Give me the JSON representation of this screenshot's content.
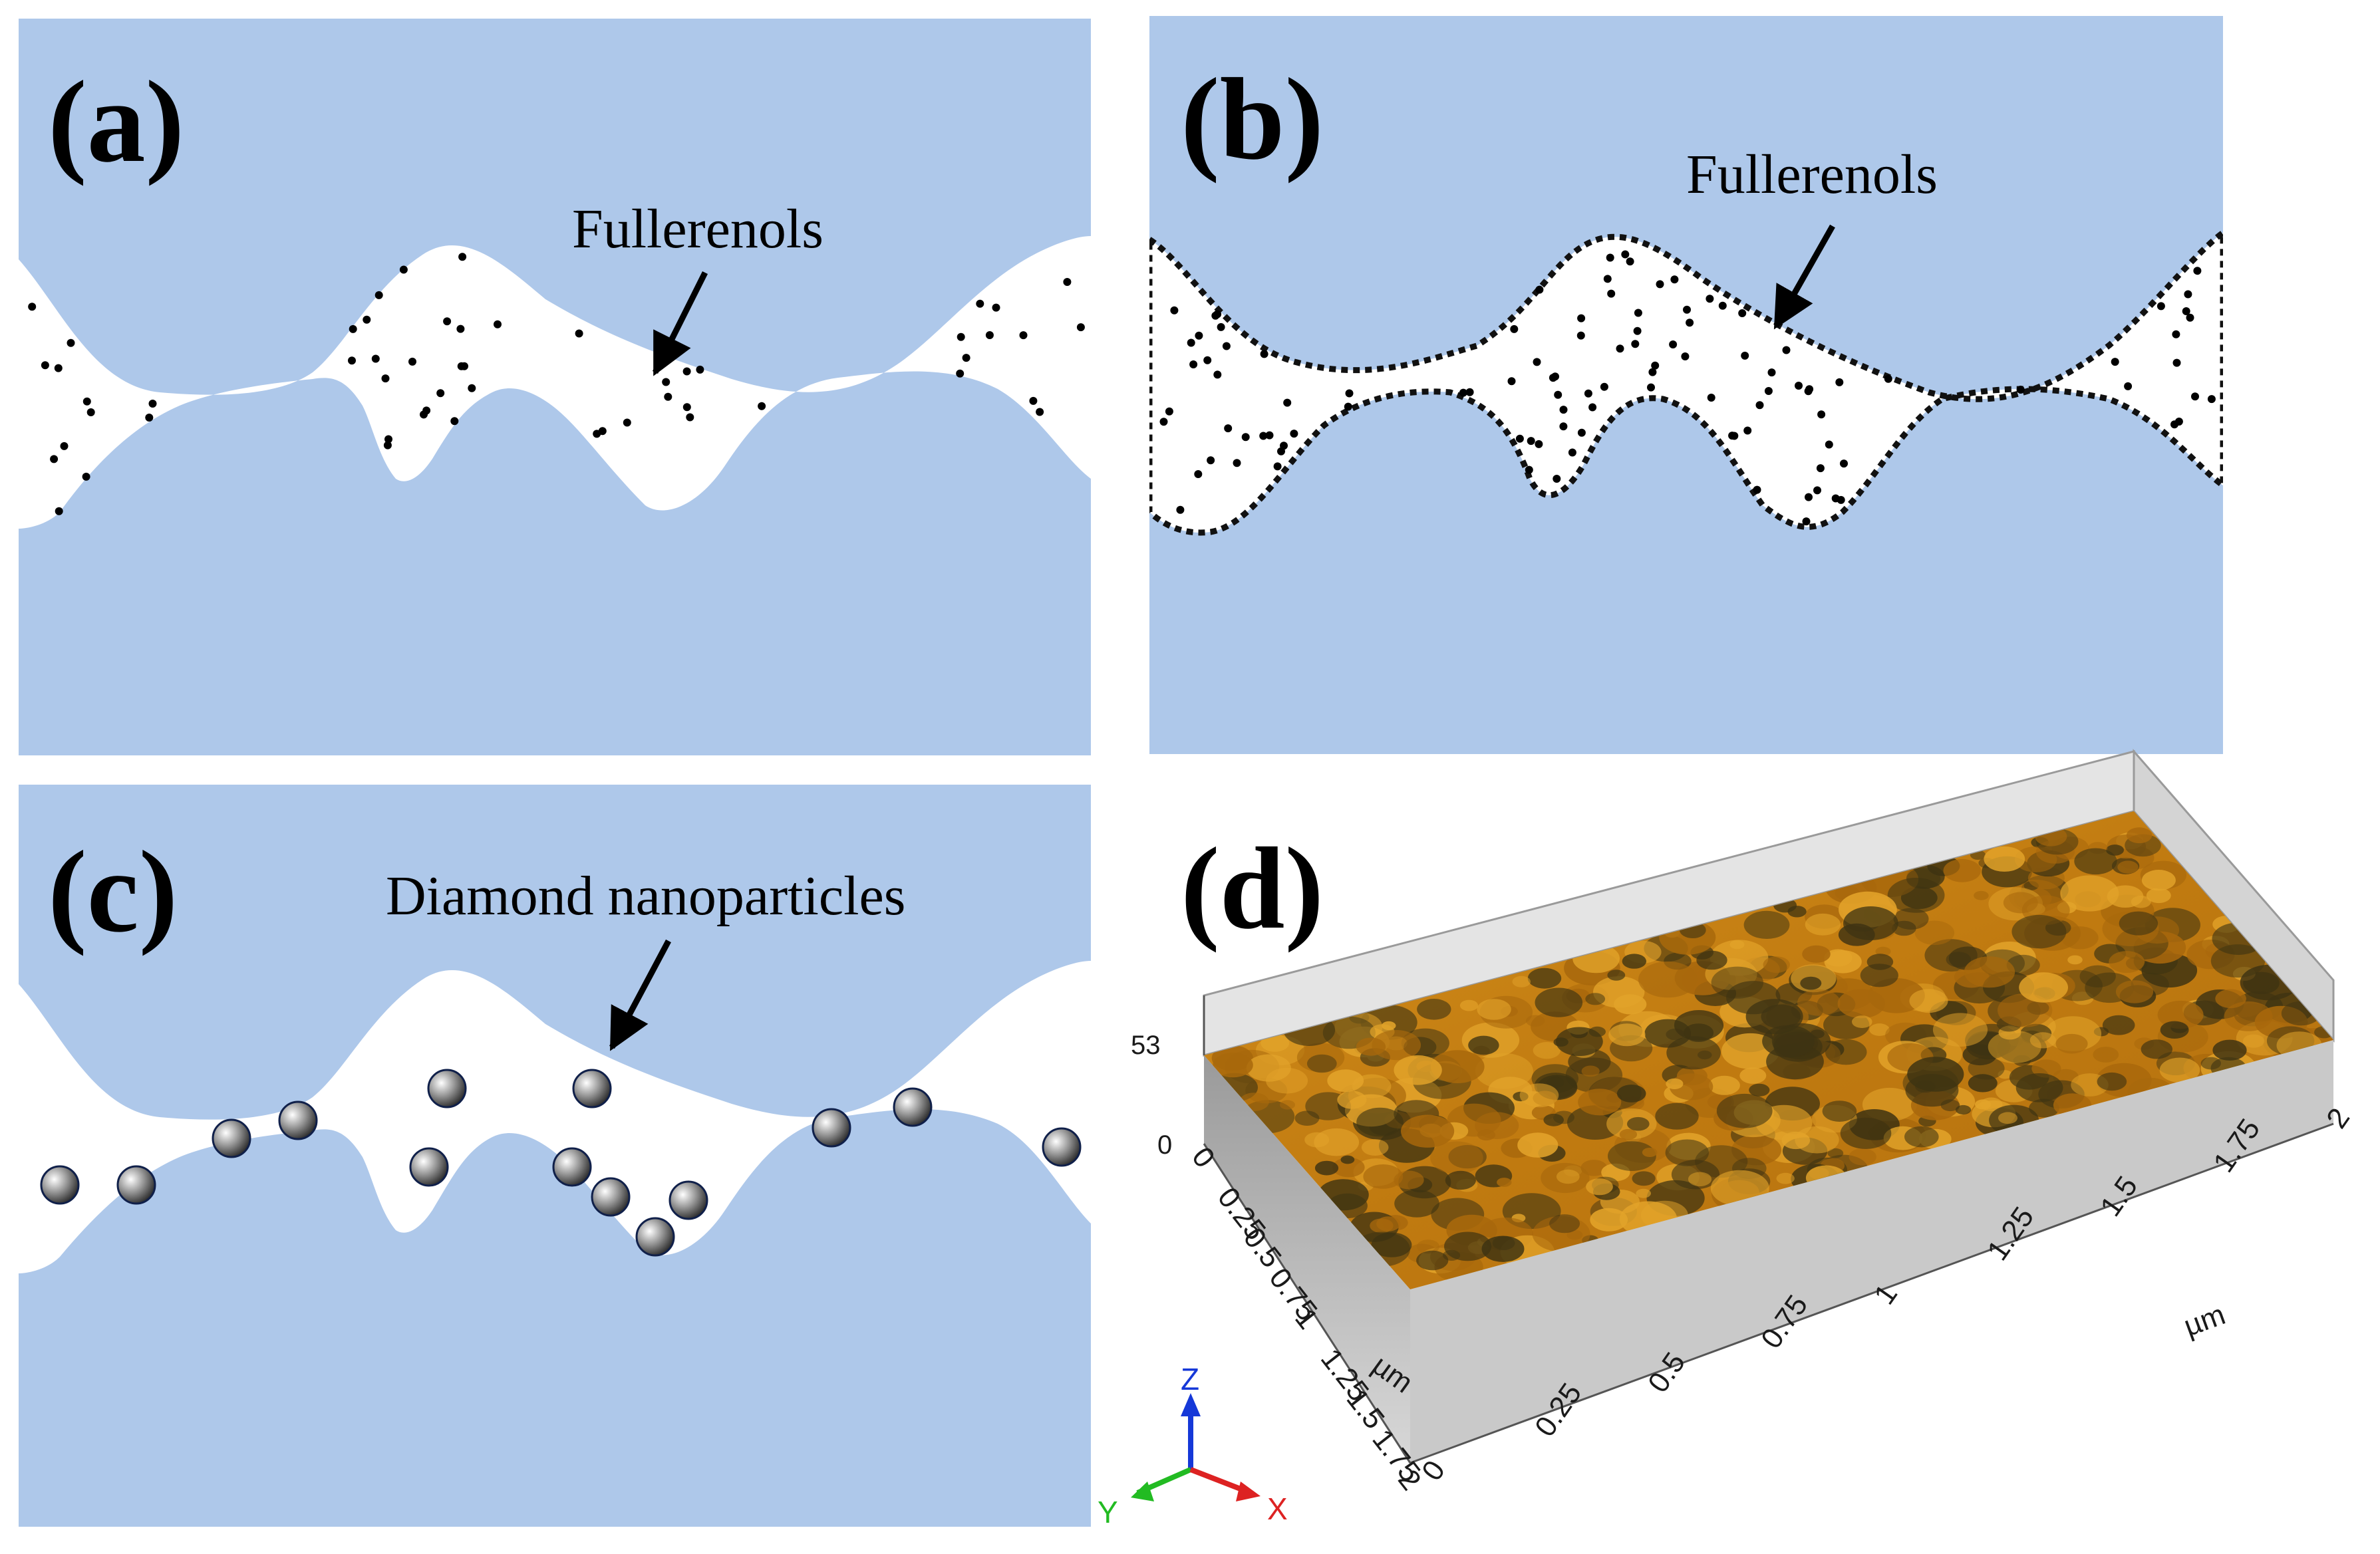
{
  "panels": {
    "a": {
      "letter": "(a)",
      "callout": "Fullerenols"
    },
    "b": {
      "letter": "(b)",
      "callout": "Fullerenols"
    },
    "c": {
      "letter": "(c)",
      "callout": "Diamond nanoparticles"
    },
    "d": {
      "letter": "(d)",
      "z_max": "53",
      "z_min": "0",
      "x_ticks": [
        "0",
        "0.25",
        "0.5",
        "0.75",
        "1",
        "1.25",
        "1.5",
        "1.75",
        "2"
      ],
      "y_ticks": [
        "0",
        "0.25",
        "0.5",
        "0.75",
        "1",
        "1.25",
        "1.5",
        "1.75",
        "2"
      ],
      "unit": "µm",
      "triad": {
        "z": "Z",
        "y": "Y",
        "x": "X"
      }
    }
  },
  "colors": {
    "matrix": "#aec8ea",
    "gap": "#ffffff",
    "particle": "#000000",
    "surface_gold": "#c98512",
    "surface_dark": "#4a3a12",
    "axis_z": "#1538d8",
    "axis_y": "#22bb22",
    "axis_x": "#dd2222"
  }
}
